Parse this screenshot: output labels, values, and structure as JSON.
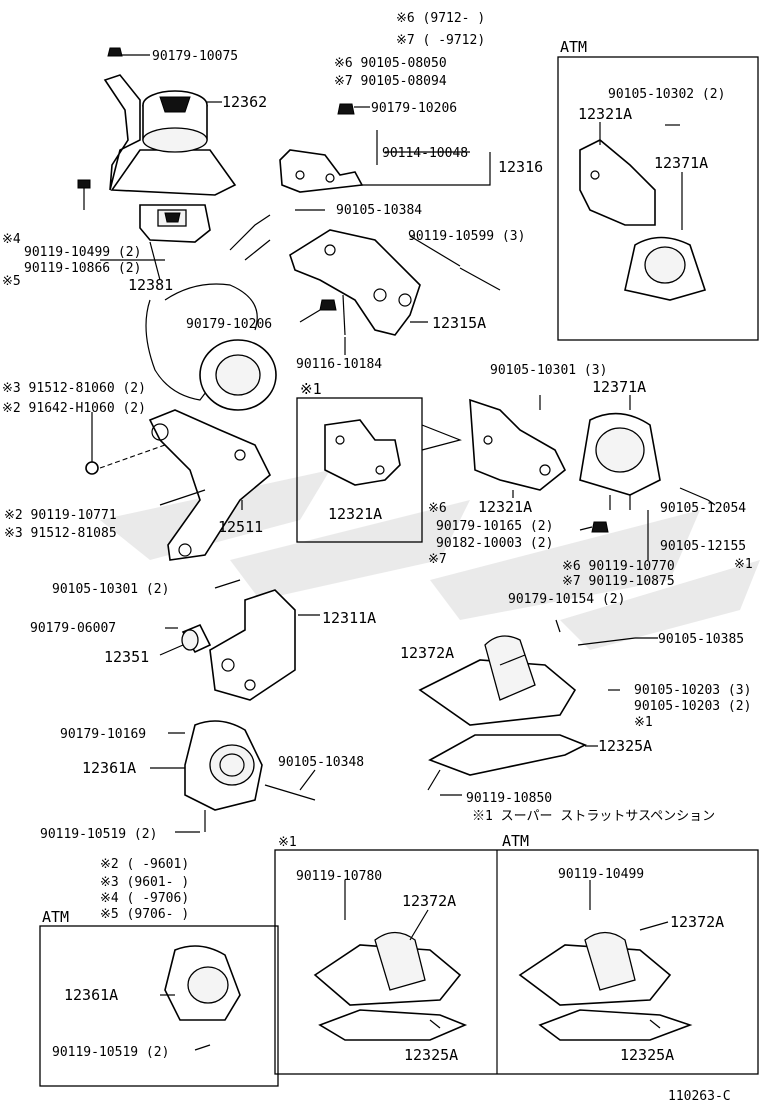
{
  "diagram_id": "110263-C",
  "notes": {
    "n6": "※6 (9712-      )",
    "n7": "※7 (      -9712)",
    "n2": "※2 (     -9601)",
    "n3": "※3 (9601-     )",
    "n4": "※4 (      -9706)",
    "n5": "※5 (9706-      )",
    "n1": "※1 スーパー ストラットサスペンション"
  },
  "box_labels": {
    "atm_top": "ATM",
    "atm_bottom_left": "ATM",
    "atm_bottom_right": "ATM",
    "super_strut_box": "※1",
    "super_strut_inset": "※1",
    "bottom_note_left": "※1"
  },
  "labels": {
    "p90179_10075": "90179-10075",
    "p12362": "12362",
    "n6_90105_08050": "※6 90105-08050",
    "n7_90105_08094": "※7 90105-08094",
    "p90179_10206_top": "90179-10206",
    "p90114_10048": "90114-10048",
    "p12316": "12316",
    "p90105_10384": "90105-10384",
    "n4_90119_10499": "※4",
    "p90119_10499_2": "90119-10499 (2)",
    "p90119_10866_2": "90119-10866 (2)",
    "n5": "※5",
    "p12381": "12381",
    "p90119_10599_3": "90119-10599 (3)",
    "p90179_10206_mid": "90179-10206",
    "p12315A": "12315A",
    "p90116_10184": "90116-10184",
    "n3_91512_81060": "※3 91512-81060 (2)",
    "n2_91642_H1060": "※2 91642-H1060 (2)",
    "n1_box": "※1",
    "p12321A_box": "12321A",
    "p90105_10301_3": "90105-10301 (3)",
    "p12371A_mid": "12371A",
    "n6_small": "※6",
    "p12321A_mid": "12321A",
    "p90179_10165_2": "90179-10165 (2)",
    "p90182_10003_2": "90182-10003 (2)",
    "n7_small": "※7",
    "n2_90119_10771": "※2 90119-10771",
    "n3_91512_81085": "※3 91512-81085",
    "p12511": "12511",
    "p90105_12054": "90105-12054",
    "p90105_12155": "90105-12155",
    "n1_edge": "※1",
    "n6_90119_10770": "※6 90119-10770",
    "n7_90119_10875": "※7 90119-10875",
    "p90105_10301_2": "90105-10301 (2)",
    "p90179_10154_2": "90179-10154 (2)",
    "p90179_06007": "90179-06007",
    "p12311A": "12311A",
    "p12351": "12351",
    "p90105_10385": "90105-10385",
    "p12372A_mid": "12372A",
    "p90105_10203_3": "90105-10203 (3)",
    "p90105_10203_2": "90105-10203 (2)",
    "n1_after": "※1",
    "p12325A_mid": "12325A",
    "p90179_10169": "90179-10169",
    "p12361A_mid": "12361A",
    "p90105_10348": "90105-10348",
    "p90119_10850": "90119-10850",
    "p90119_10519_2_mid": "90119-10519 (2)",
    "atm_90105_10302_2": "90105-10302 (2)",
    "atm_12321A": "12321A",
    "atm_12371A": "12371A",
    "bl_12361A": "12361A",
    "bl_90119_10519_2": "90119-10519 (2)",
    "bm_90119_10780": "90119-10780",
    "bm_12372A": "12372A",
    "bm_12325A": "12325A",
    "br_90119_10499": "90119-10499",
    "br_12372A": "12372A",
    "br_12325A": "12325A"
  }
}
